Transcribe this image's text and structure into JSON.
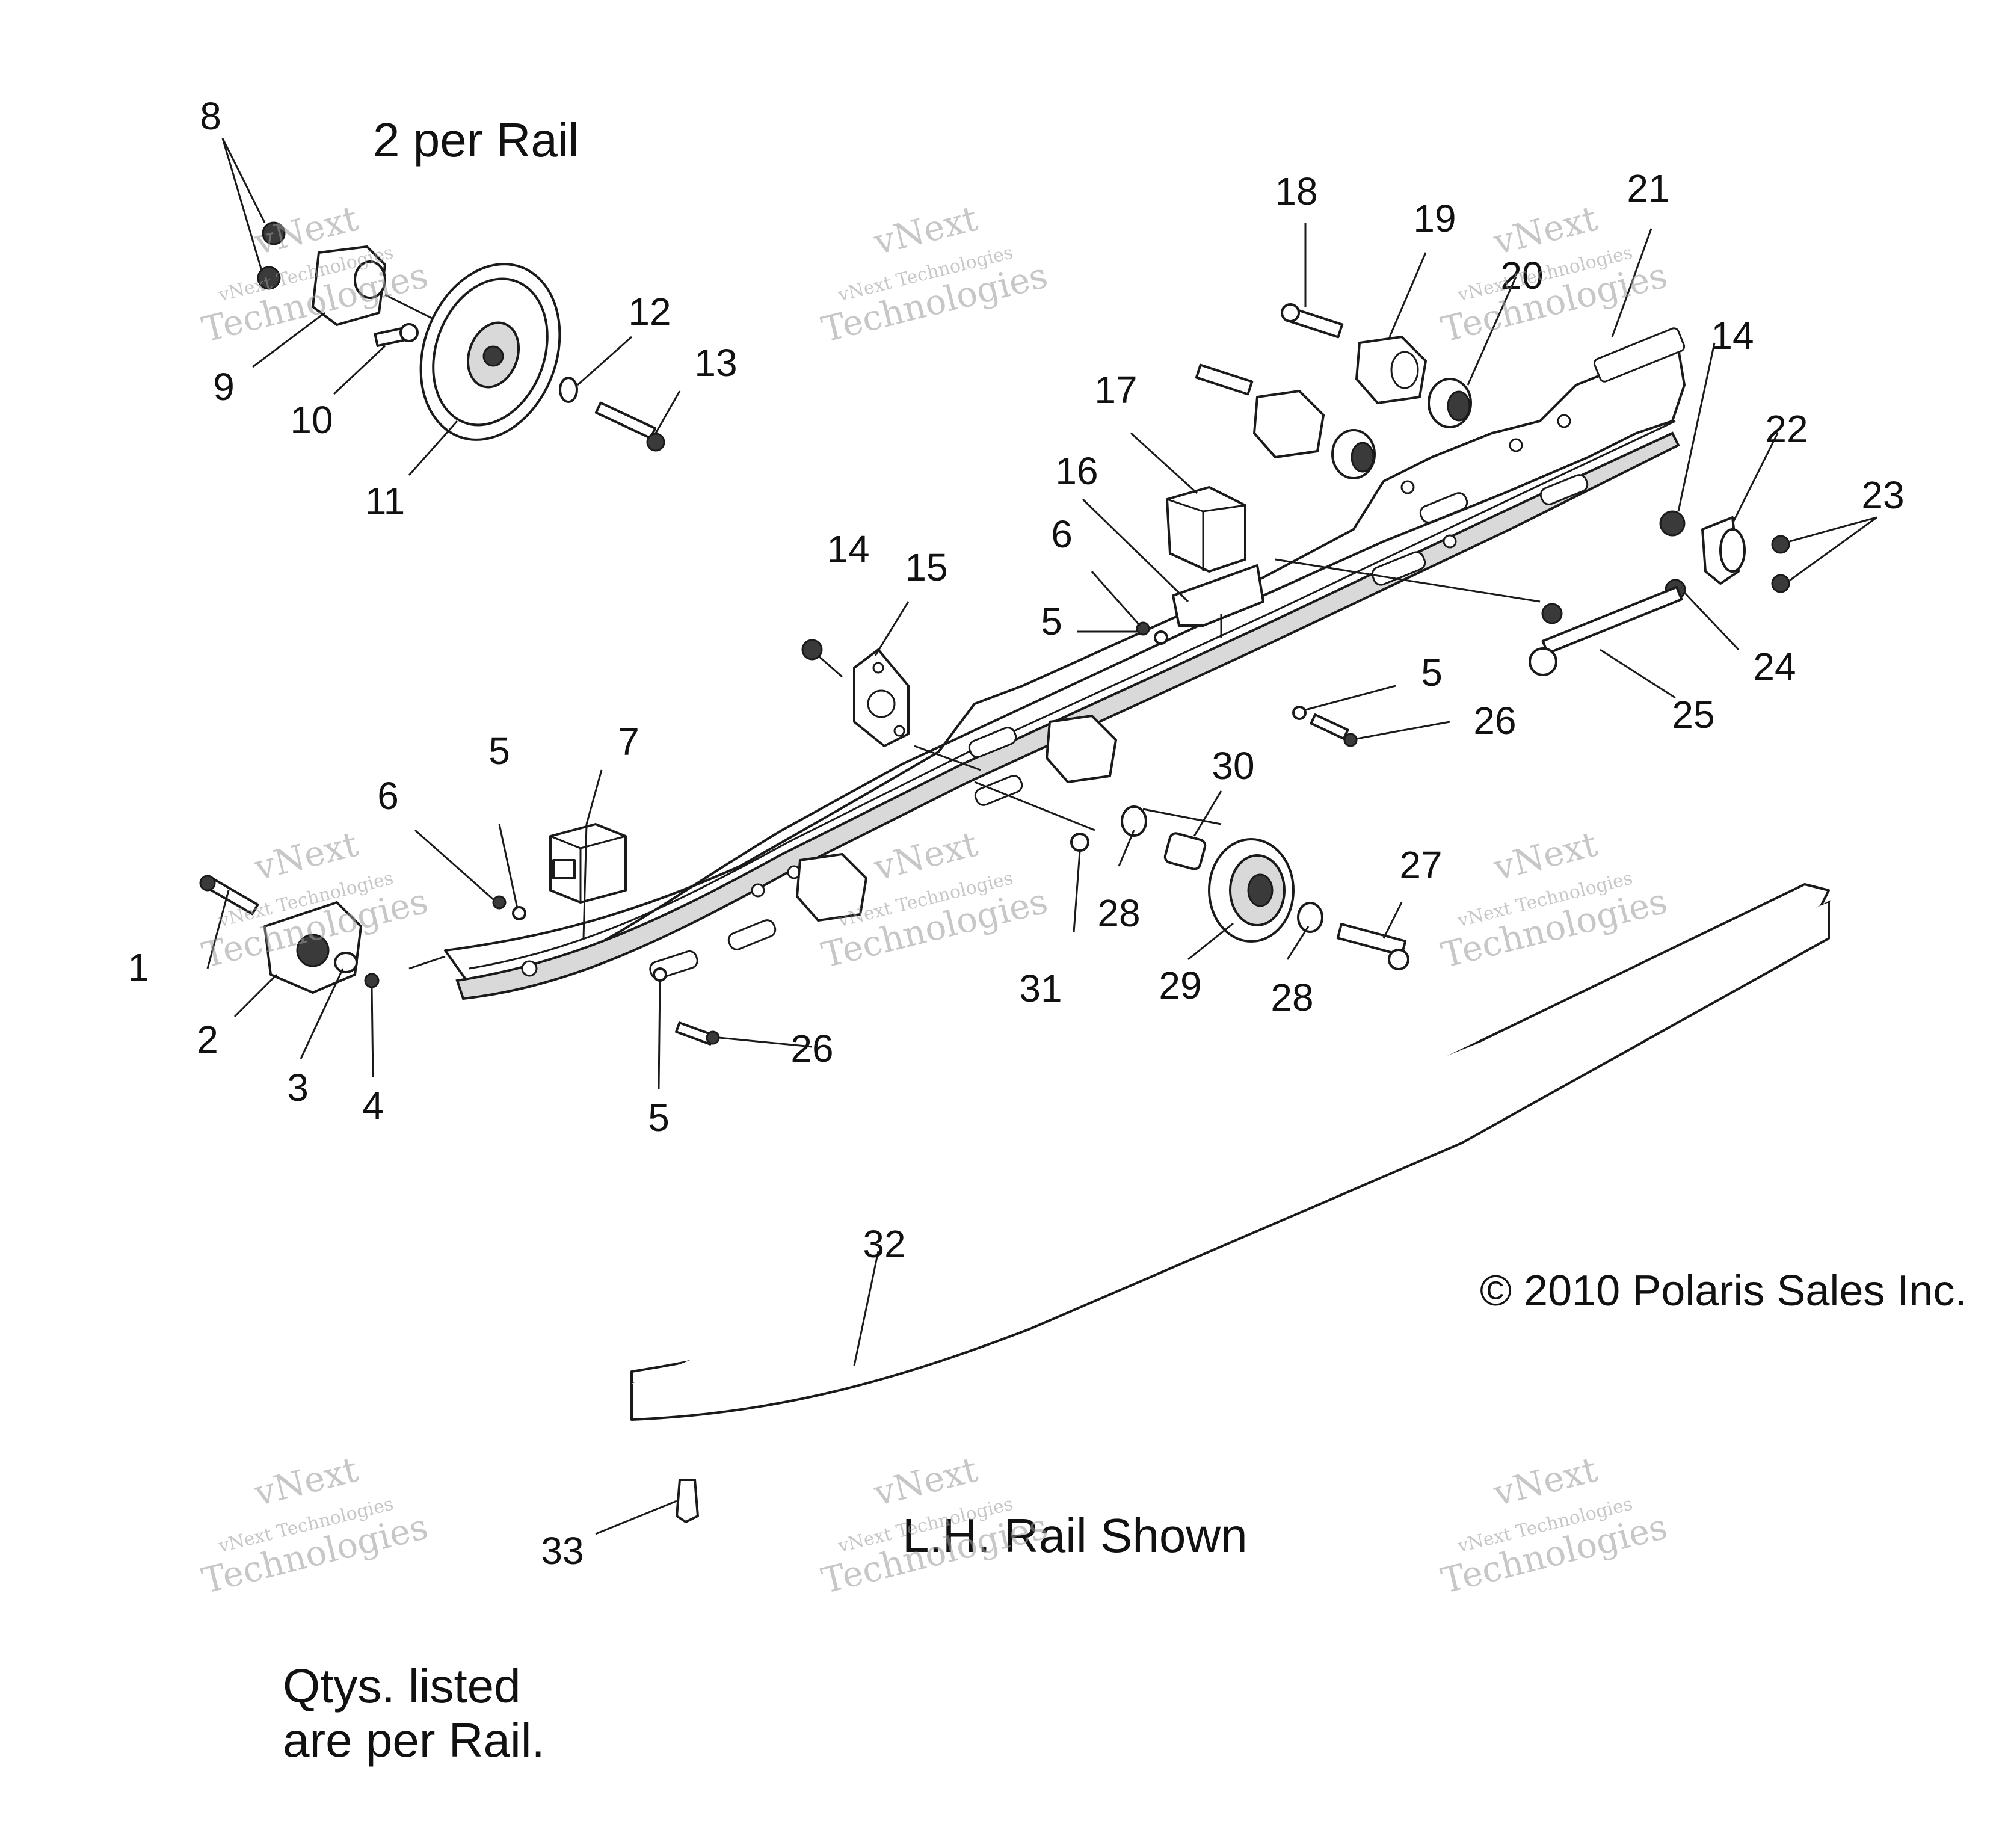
{
  "notes": {
    "per_rail_top": "2 per Rail",
    "rail_shown": "L.H. Rail Shown",
    "qtys_line1": "Qtys. listed",
    "qtys_line2": "are per Rail.",
    "copyright": "© 2010 Polaris Sales Inc."
  },
  "watermark": {
    "line1": "vNext",
    "line2": "vNext Technologies",
    "line3": "Technologies"
  },
  "callouts": {
    "c1": "1",
    "c2": "2",
    "c3": "3",
    "c4": "4",
    "c5a": "5",
    "c5b": "5",
    "c5c": "5",
    "c5d": "5",
    "c6a": "6",
    "c6b": "6",
    "c7": "7",
    "c8": "8",
    "c9": "9",
    "c10": "10",
    "c11": "11",
    "c12": "12",
    "c13": "13",
    "c14a": "14",
    "c14b": "14",
    "c15": "15",
    "c16": "16",
    "c17": "17",
    "c18": "18",
    "c19": "19",
    "c20": "20",
    "c21": "21",
    "c22": "22",
    "c23": "23",
    "c24": "24",
    "c25": "25",
    "c26a": "26",
    "c26b": "26",
    "c27": "27",
    "c28a": "28",
    "c28b": "28",
    "c29": "29",
    "c30": "30",
    "c31": "31",
    "c32": "32",
    "c33": "33"
  },
  "colors": {
    "line": "#1a1a1a",
    "watermark": "#9a9a9a",
    "background": "#ffffff"
  }
}
